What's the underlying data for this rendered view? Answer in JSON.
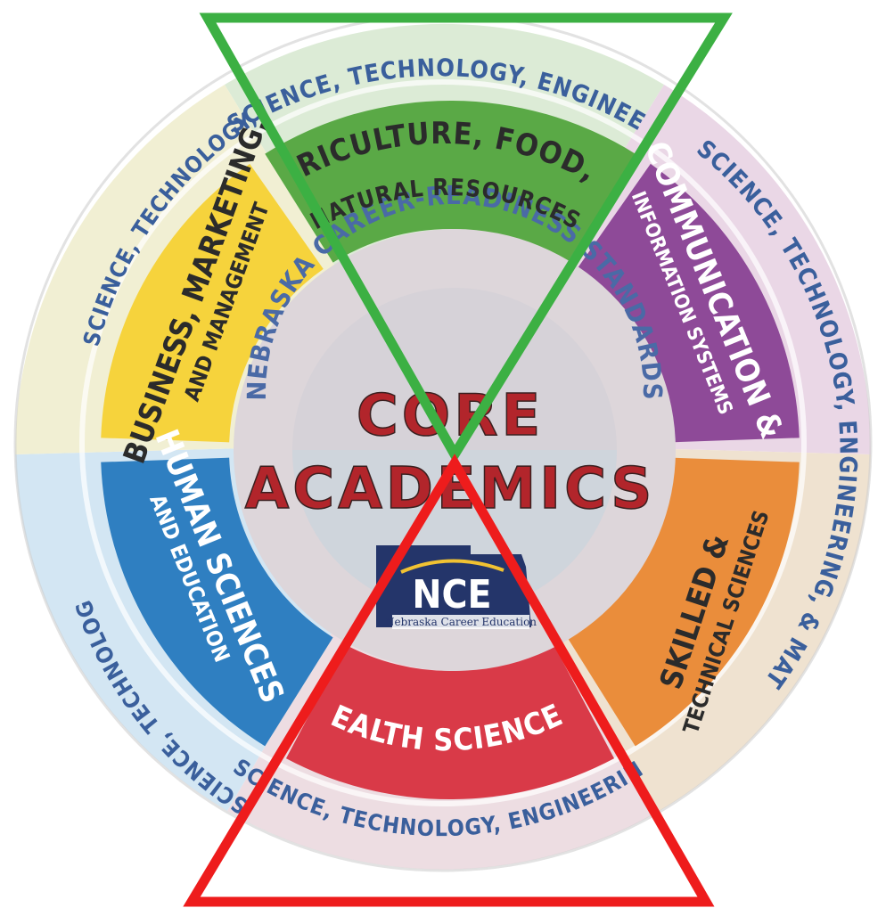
{
  "outer_ring": {
    "label_top": "SCIENCE, TECHNOLOGY, ENGINEERING, & MATHEMATICS",
    "label_right": "SCIENCE, TECHNOLOGY, ENGINEERING, & MATHEMATICS",
    "label_bottom": "SCIENCE, TECHNOLOGY, ENGINEERING, & MATHEMATICS",
    "label_left_top": "SCIENCE, TECHNOLOGY, ENGINEERING, & MATHEMATICS",
    "label_left_bottom": "SCIENCE, TECHNOLOGY, ENGINEERING, & MATHEMATICS"
  },
  "segments": {
    "agriculture": {
      "line1": "AGRICULTURE, FOOD, &",
      "line2": "NATURAL RESOURCES",
      "color": "#5aa946"
    },
    "communication": {
      "line1": "COMMUNICATION &",
      "line2": "INFORMATION SYSTEMS",
      "color": "#8e4a98"
    },
    "skilled": {
      "line1": "SKILLED &",
      "line2": "TECHNICAL SCIENCES",
      "color": "#ea8d3b"
    },
    "health": {
      "line1": "HEALTH SCIENCES",
      "color": "#d93a48"
    },
    "human": {
      "line1": "HUMAN SCIENCES",
      "line2": "AND EDUCATION",
      "color": "#2f7fc1"
    },
    "business": {
      "line1": "BUSINESS, MARKETING,",
      "line2": "AND MANAGEMENT",
      "color": "#f6d33c"
    }
  },
  "inner_ring": {
    "label": "NEBRASKA CAREER-READINESS STANDARDS"
  },
  "center": {
    "line1": "CORE",
    "line2": "ACADEMICS"
  },
  "logo": {
    "abbr": "NCE",
    "name": "Nebraska Career Education"
  },
  "overlays": {
    "green": "#3cb043",
    "red": "#ee1c1c"
  }
}
